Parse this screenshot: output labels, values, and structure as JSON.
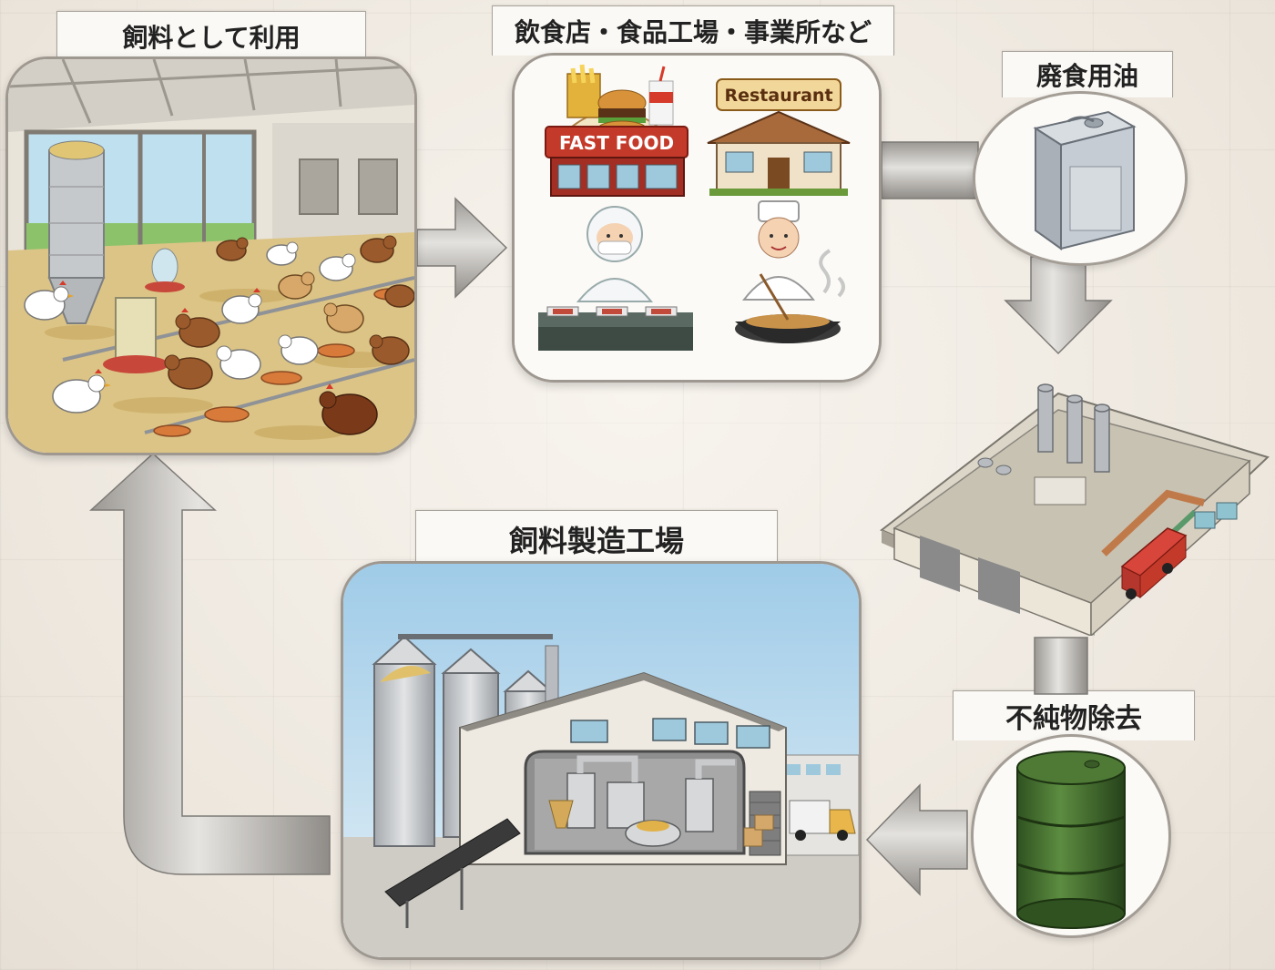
{
  "labels": {
    "feed_use": "飼料として利用",
    "sources": "飲食店・食品工場・事業所など",
    "waste_oil": "廃食用油",
    "impurity_removal": "不純物除去",
    "feed_factory": "飼料製造工場"
  },
  "signs": {
    "fast_food": "FAST FOOD",
    "restaurant": "Restaurant"
  },
  "colors": {
    "arrow_metal": "#b9b7b4",
    "drum_green": "#3f6b2a",
    "sign_red": "#c43a2a",
    "sky_blue": "#bfdcf0",
    "straw": "#d9c184"
  }
}
